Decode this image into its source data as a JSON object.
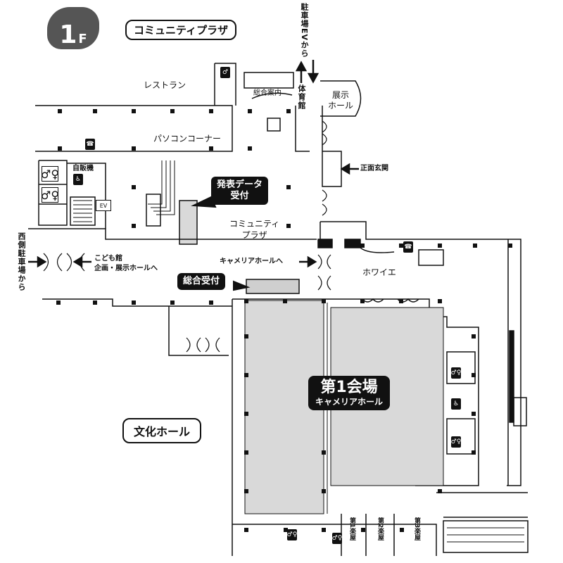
{
  "floor": {
    "number": "1",
    "unit": "F"
  },
  "areas": {
    "community_plaza_title": "コミュニティプラザ",
    "bunka_hall": "文化ホール",
    "restaurant": "レストラン",
    "pc_corner": "パソコンコーナー",
    "info_desk": "総合案内",
    "exhibit_hall": "展示\nホール",
    "community_plaza_label": "コミュニティ\nプラザ",
    "foyer": "ホワイエ",
    "vending": "自販機"
  },
  "callouts": {
    "presentation_data": "発表データ\n受付",
    "general_reception": "総合受付",
    "hall1_main": "第1会場",
    "hall1_sub": "キャメリアホール"
  },
  "directions": {
    "parking_ev": "駐車場EVから",
    "gym": "体育館",
    "main_entrance": "正面玄関",
    "west_parking": "西側駐車場から",
    "kodomo_line1": "こども館",
    "kodomo_line2": "企画・展示ホールへ",
    "camellia": "キャメリアホールへ"
  },
  "rooms": {
    "r1": "第1楽屋",
    "r2": "第2楽屋",
    "r3": "第3楽屋"
  },
  "icons": {
    "restroom": "restroom-icon",
    "phone": "phone-icon",
    "wheelchair": "wheelchair-icon",
    "elevator": "EV"
  },
  "colors": {
    "hall_fill": "#d9d9d9",
    "reception_fill": "#cfcfcf",
    "ink": "#111111"
  }
}
